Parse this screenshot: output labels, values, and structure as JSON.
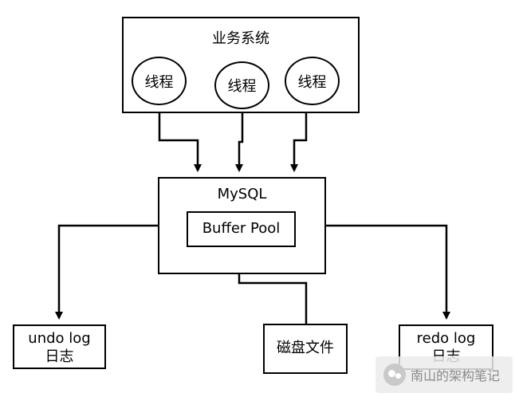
{
  "business_system": {
    "title": "业务系统",
    "threads": [
      "线程",
      "线程",
      "线程"
    ]
  },
  "mysql": {
    "title": "MySQL",
    "buffer_pool": "Buffer Pool"
  },
  "undo_log": {
    "line1": "undo log",
    "line2": "日志"
  },
  "disk_file": {
    "label": "磁盘文件"
  },
  "redo_log": {
    "line1": "redo log",
    "line2": "日志"
  },
  "watermark": {
    "text": "南山的架构笔记"
  }
}
